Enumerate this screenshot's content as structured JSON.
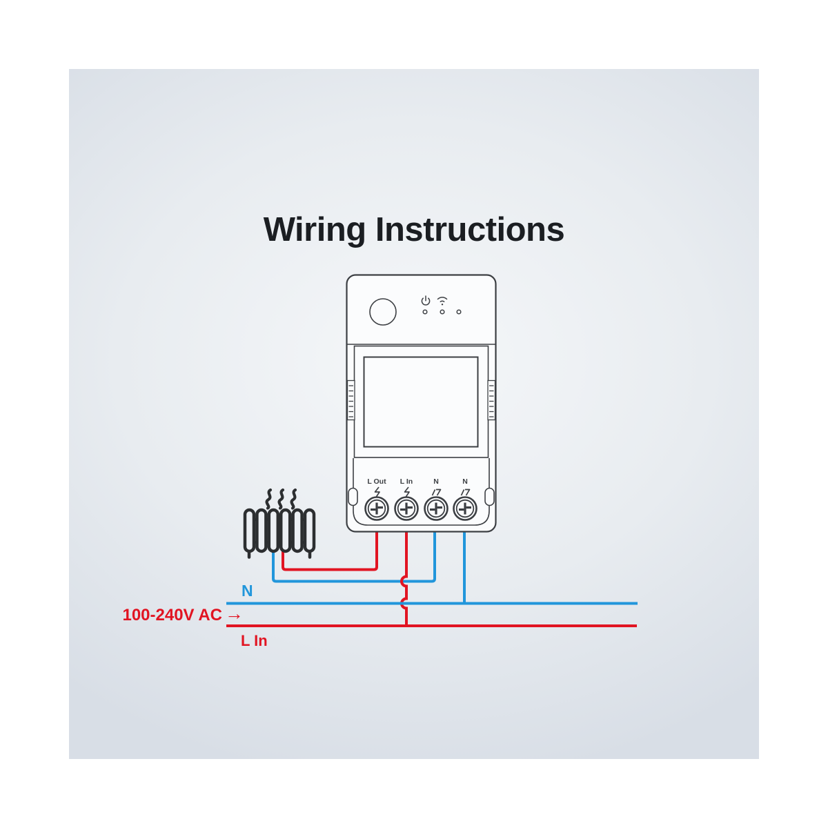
{
  "title": "Wiring Instructions",
  "device": {
    "name": "smart-switch-din-relay",
    "indicator_icons": [
      "power",
      "wifi"
    ],
    "led_count": 3,
    "terminals": [
      {
        "label": "L Out",
        "icon": "lightning"
      },
      {
        "label": "L In",
        "icon": "lightning"
      },
      {
        "label": "N",
        "icon": "neutral"
      },
      {
        "label": "N",
        "icon": "neutral"
      }
    ]
  },
  "load": {
    "name": "radiator-heater"
  },
  "labels": {
    "neutral": "N",
    "supply": "100-240V AC",
    "supply_arrow": "→",
    "line_in": "L In"
  },
  "colors": {
    "live_wire": "#e11422",
    "neutral_wire": "#2196db",
    "device_outline": "#3c3f43",
    "radiator": "#2c2e30",
    "title_text": "#1b1e22"
  }
}
